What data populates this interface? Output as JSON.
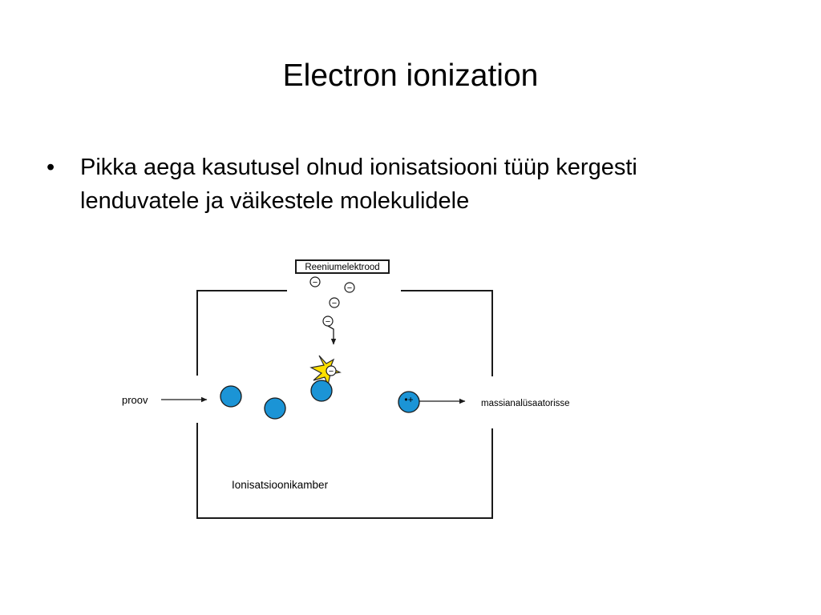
{
  "slide": {
    "title": "Electron ionization",
    "bullets": [
      {
        "line1": "Pikka aega kasutusel olnud ionisatsiooni tüüp kergesti",
        "line2": "lenduvatele ja väikestele molekulidele"
      }
    ]
  },
  "diagram": {
    "electrode_label": "Reeniumelektrood",
    "electron_symbol": "−",
    "ion_symbol": "•+",
    "inlet_label": "proov",
    "outlet_label": "massianalüsaatorisse",
    "chamber_label": "Ionisatsioonikamber",
    "molecule_color": "#1b94d6",
    "spark_color": "#ffe000",
    "line_color": "#1a1a1a"
  }
}
